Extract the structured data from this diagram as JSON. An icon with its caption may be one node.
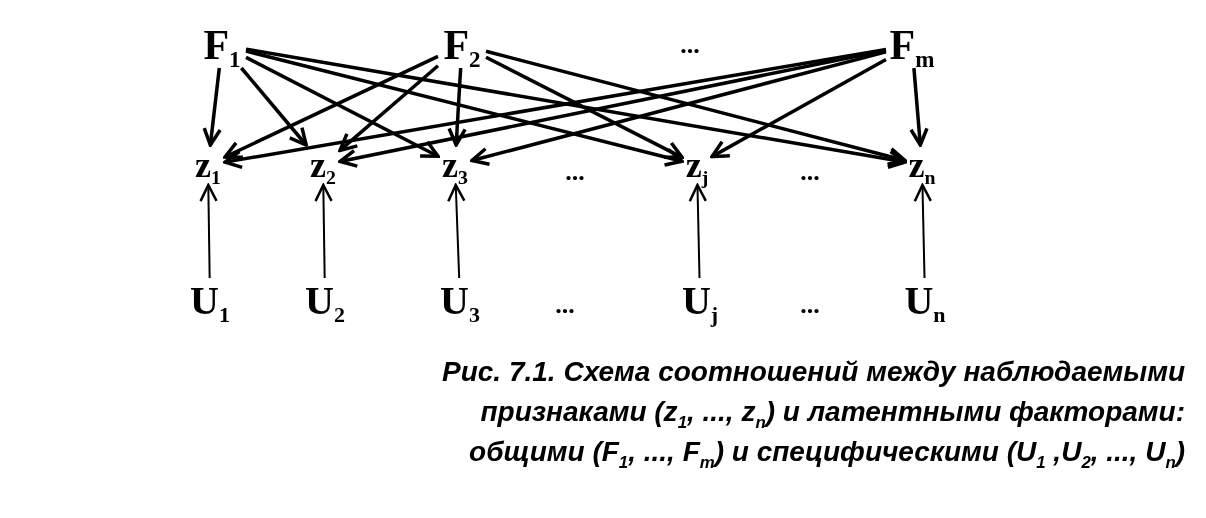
{
  "diagram": {
    "caption": "Рис. 7.1. Схема соотношений между наблюдаемыми признаками (z$_{1}$, ..., z$_{n}$) и латентными факторами: общими (F$_{1}$, ..., F$_{m}$) и специфическими (U$_{1}$ ,U$_{2}$, ..., U$_{n}$)",
    "nodes": [
      {
        "text": [
          "F$_{1}$"
        ]
      },
      {
        "text": [
          "F$_{2}$"
        ]
      },
      {
        "text": [
          "F$_{m}$"
        ]
      },
      {
        "text": [
          "z$_{1}$"
        ]
      },
      {
        "text": [
          "z$_{2}$"
        ]
      },
      {
        "text": [
          "z$_{3}$"
        ]
      },
      {
        "text": [
          "z$_{j}$"
        ]
      },
      {
        "text": [
          "z$_{n}$"
        ]
      },
      {
        "text": [
          "U$_{1}$"
        ]
      },
      {
        "text": [
          "U$_{2}$"
        ]
      },
      {
        "text": [
          "U$_{3}$"
        ]
      },
      {
        "text": [
          "U$_{j}$"
        ]
      },
      {
        "text": [
          "U$_{n}$"
        ]
      }
    ],
    "edges": [
      {
        "from": 0,
        "to": 3,
        "arrow": "to"
      },
      {
        "from": 0,
        "to": 4,
        "arrow": "to"
      },
      {
        "from": 0,
        "to": 5,
        "arrow": "to"
      },
      {
        "from": 0,
        "to": 6,
        "arrow": "to"
      },
      {
        "from": 0,
        "to": 7,
        "arrow": "to"
      },
      {
        "from": 1,
        "to": 3,
        "arrow": "to"
      },
      {
        "from": 1,
        "to": 4,
        "arrow": "to"
      },
      {
        "from": 1,
        "to": 5,
        "arrow": "to"
      },
      {
        "from": 1,
        "to": 6,
        "arrow": "to"
      },
      {
        "from": 1,
        "to": 7,
        "arrow": "to"
      },
      {
        "from": 2,
        "to": 3,
        "arrow": "to"
      },
      {
        "from": 2,
        "to": 4,
        "arrow": "to"
      },
      {
        "from": 2,
        "to": 5,
        "arrow": "to"
      },
      {
        "from": 2,
        "to": 6,
        "arrow": "to"
      },
      {
        "from": 2,
        "to": 7,
        "arrow": "to"
      },
      {
        "from": 8,
        "to": 3,
        "arrow": "to"
      },
      {
        "from": 9,
        "to": 4,
        "arrow": "to"
      },
      {
        "from": 10,
        "to": 5,
        "arrow": "to"
      },
      {
        "from": 11,
        "to": 6,
        "arrow": "to"
      },
      {
        "from": 12,
        "to": 7,
        "arrow": "to"
      }
    ],
    "labels": [
      "...",
      "...",
      "...",
      "...",
      "..."
    ]
  }
}
